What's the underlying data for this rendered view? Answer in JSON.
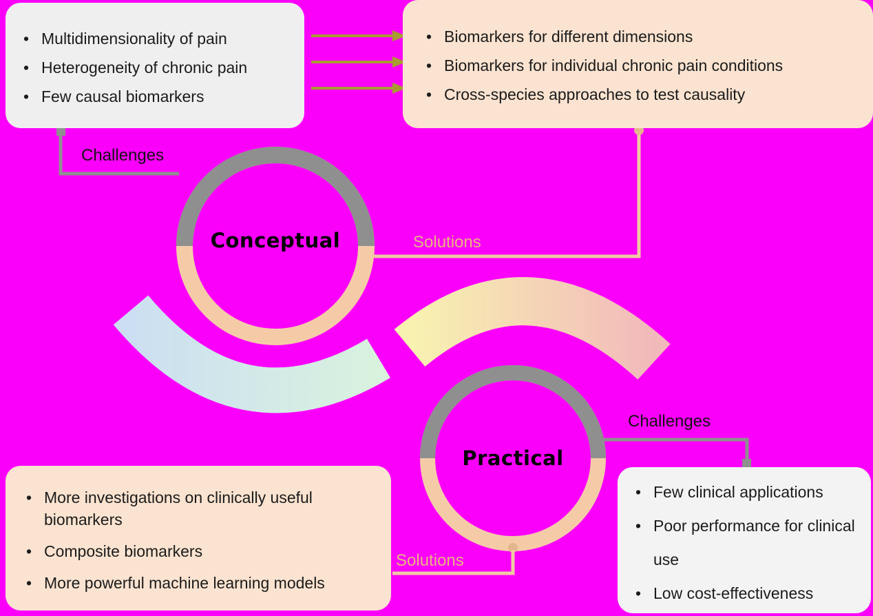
{
  "colors": {
    "background": "#FA00FA",
    "challenges_accent": "#8F8F8F",
    "solutions_accent": "#F0C9A2",
    "arrow": "#A89B32",
    "ring_gray": "#8F8F8F",
    "ring_peach": "#F5CBA7",
    "box_gray": "#EFEFEF",
    "box_peach": "#FAE3D0",
    "swoosh_left_start": "#CCDFF2",
    "swoosh_left_end": "#D9F2DE",
    "swoosh_right_start": "#F8F2B0",
    "swoosh_right_end": "#F2B9BB"
  },
  "conceptual": {
    "title": "Conceptual",
    "challenges_label": "Challenges",
    "solutions_label": "Solutions",
    "challenges": [
      "Multidimensionality of pain",
      "Heterogeneity of chronic pain",
      "Few causal biomarkers"
    ],
    "solutions": [
      "Biomarkers for different dimensions",
      "Biomarkers for individual chronic pain conditions",
      "Cross-species approaches to test causality"
    ]
  },
  "practical": {
    "title": "Practical",
    "challenges_label": "Challenges",
    "solutions_label": "Solutions",
    "challenges": [
      "Few clinical applications",
      "Poor performance for clinical use",
      "Low cost-effectiveness"
    ],
    "solutions": [
      "More investigations on clinically useful biomarkers",
      "Composite biomarkers",
      "More powerful machine learning models"
    ]
  }
}
